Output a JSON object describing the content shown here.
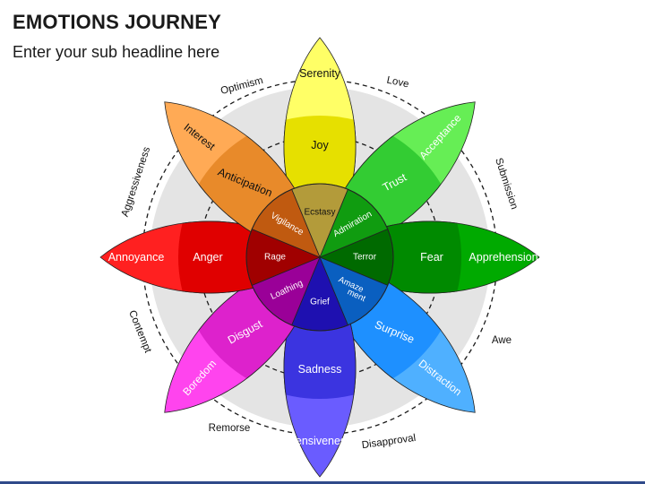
{
  "header": {
    "title": "EMOTIONS JOURNEY",
    "subtitle": "Enter your sub headline here"
  },
  "colors": {
    "ring_fill": "#e4e4e4",
    "dashed_line": "#1a1a1a",
    "accent_bar": "#2f4a8a"
  },
  "petals": [
    {
      "id": "yellow",
      "outer": "Serenity",
      "middle": "Joy",
      "inner": "Ecstasy",
      "colors": {
        "outer": "#ffff66",
        "middle": "#e6e000",
        "inner": "#b39b3a"
      },
      "text": "dark"
    },
    {
      "id": "green",
      "outer": "Acceptance",
      "middle": "Trust",
      "inner": "Admiration",
      "colors": {
        "outer": "#66ee55",
        "middle": "#33cc33",
        "inner": "#109c10"
      },
      "text": "light"
    },
    {
      "id": "darkgreen",
      "outer": "Apprehension",
      "middle": "Fear",
      "inner": "Terror",
      "colors": {
        "outer": "#00aa00",
        "middle": "#008a00",
        "inner": "#006a00"
      },
      "text": "light"
    },
    {
      "id": "lightblue",
      "outer": "Distraction",
      "middle": "Surprise",
      "inner": "Amaze ment",
      "colors": {
        "outer": "#4fb0ff",
        "middle": "#1e90ff",
        "inner": "#0a5fc0"
      },
      "text": "light"
    },
    {
      "id": "blue",
      "outer": "Pensiveness",
      "middle": "Sadness",
      "inner": "Grief",
      "colors": {
        "outer": "#6a5cff",
        "middle": "#3b34e0",
        "inner": "#1e10b0"
      },
      "text": "light"
    },
    {
      "id": "magenta",
      "outer": "Boredom",
      "middle": "Disgust",
      "inner": "Loathing",
      "colors": {
        "outer": "#ff44ee",
        "middle": "#dd22cc",
        "inner": "#9a0098"
      },
      "text": "light"
    },
    {
      "id": "red",
      "outer": "Annoyance",
      "middle": "Anger",
      "inner": "Rage",
      "colors": {
        "outer": "#ff2020",
        "middle": "#e00000",
        "inner": "#a00000"
      },
      "text": "light"
    },
    {
      "id": "orange",
      "outer": "Interest",
      "middle": "Anticipation",
      "inner": "Vigilance",
      "colors": {
        "outer": "#ffaa55",
        "middle": "#e88a2a",
        "inner": "#c05a10"
      },
      "text": "dark"
    }
  ],
  "dyads": {
    "optimism": "Optimism",
    "love": "Love",
    "submission": "Submission",
    "awe": "Awe",
    "disapproval": "Disapproval",
    "remorse": "Remorse",
    "contempt": "Contempt",
    "aggressiveness": "Aggressiveness"
  }
}
